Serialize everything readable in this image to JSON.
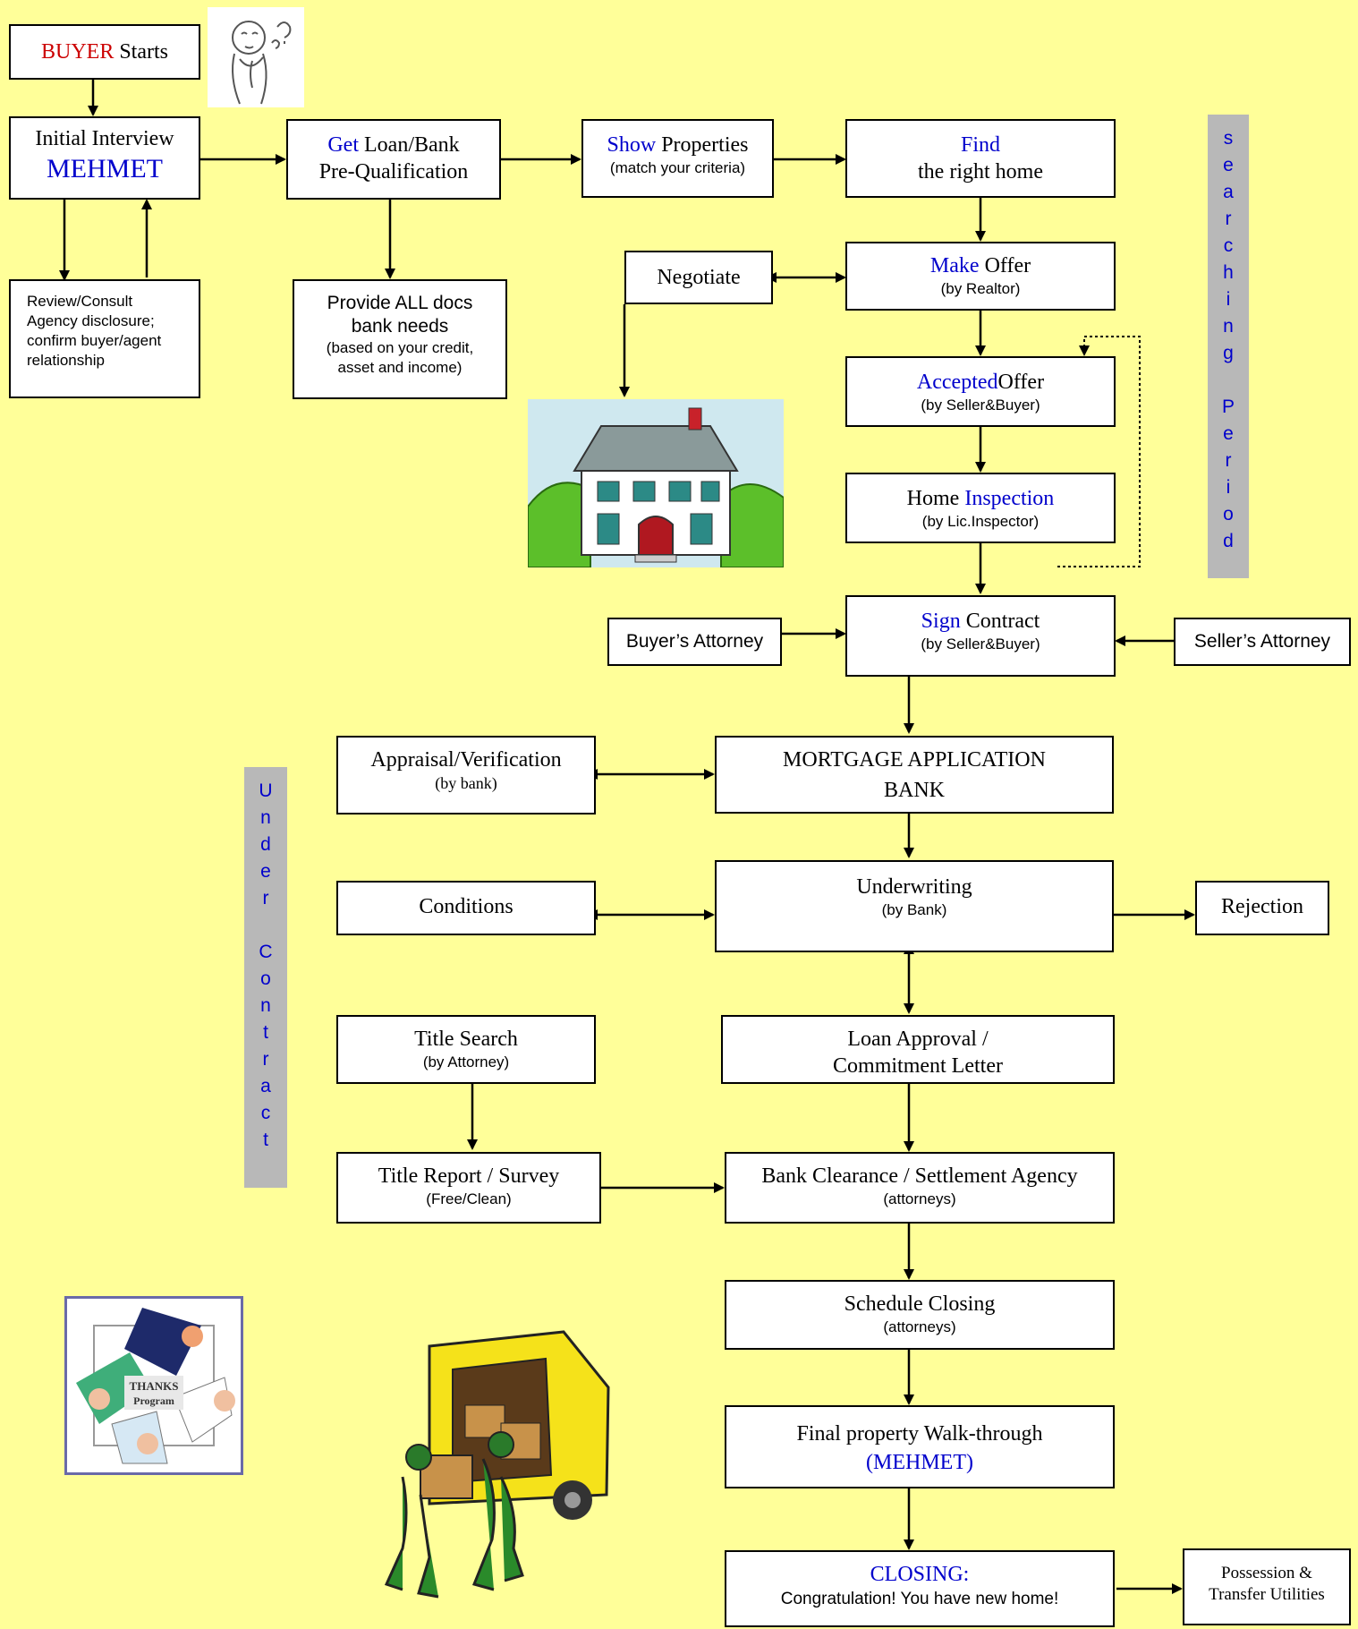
{
  "buyer_starts": {
    "highlight": "BUYER",
    "rest": " Starts"
  },
  "initial_interview": {
    "line1": "Initial Interview",
    "name": "MEHMET"
  },
  "review_consult": {
    "line1": "Review/Consult",
    "line2": "Agency disclosure;",
    "line3": "confirm buyer/agent",
    "line4": "relationship"
  },
  "get_loan": {
    "highlight": "Get",
    "rest": " Loan/Bank",
    "line2": "Pre-Qualification"
  },
  "provide_docs": {
    "line1": "Provide ALL docs",
    "line2": "bank needs",
    "line3": "(based on your credit,",
    "line4": "asset and income)"
  },
  "show_properties": {
    "highlight": "Show",
    "rest": " Properties",
    "sub": "(match your criteria)"
  },
  "find_home": {
    "line1": "Find",
    "line2": "the right home"
  },
  "negotiate": "Negotiate",
  "make_offer": {
    "highlight": "Make",
    "rest": " Offer",
    "sub": "(by Realtor)"
  },
  "accepted_offer": {
    "highlight": "Accepted",
    "rest": "Offer",
    "sub": "(by Seller&Buyer)"
  },
  "home_inspection": {
    "prefix": "Home ",
    "highlight": "Inspection",
    "sub": "(by Lic.Inspector)"
  },
  "sign_contract": {
    "highlight": "Sign",
    "rest": " Contract",
    "sub": "(by Seller&Buyer)"
  },
  "buyers_attorney": "Buyer’s Attorney",
  "sellers_attorney": "Seller’s Attorney",
  "searching_period": [
    "s",
    "e",
    "a",
    "r",
    "c",
    "h",
    "i",
    "n",
    "g",
    "",
    "P",
    "e",
    "r",
    "i",
    "o",
    "d"
  ],
  "under_contract": [
    "U",
    "n",
    "d",
    "e",
    "r",
    "",
    "C",
    "o",
    "n",
    "t",
    "r",
    "a",
    "c",
    "t"
  ],
  "appraisal": {
    "line1": "Appraisal/Verification",
    "sub": "(by bank)"
  },
  "mortgage": {
    "line1": "MORTGAGE APPLICATION",
    "line2": "BANK"
  },
  "conditions": "Conditions",
  "underwriting": {
    "line1": "Underwriting",
    "sub": "(by Bank)"
  },
  "rejection": "Rejection",
  "title_search": {
    "line1": "Title Search",
    "sub": "(by Attorney)"
  },
  "loan_approval": {
    "line1": "Loan Approval /",
    "line2": "Commitment Letter"
  },
  "title_report": {
    "line1": "Title Report / Survey",
    "sub": "(Free/Clean)"
  },
  "bank_clearance": {
    "line1": "Bank Clearance / Settlement Agency",
    "sub": "(attorneys)"
  },
  "schedule_closing": {
    "line1": "Schedule Closing",
    "sub": "(attorneys)"
  },
  "walkthrough": {
    "line1": "Final property Walk-through",
    "line2": "(MEHMET)"
  },
  "closing": {
    "line1": "CLOSING:",
    "line2": "Congratulation! You have new home!"
  },
  "possession": {
    "line1": "Possession &",
    "line2": "Transfer Utilities"
  },
  "thanks_sign": {
    "line1": "THANKS",
    "line2": "Program"
  },
  "colors": {
    "background": "#ffff99",
    "accent_blue": "#0000cc",
    "accent_red": "#cc0000",
    "side_bar": "#b8b8b8"
  }
}
